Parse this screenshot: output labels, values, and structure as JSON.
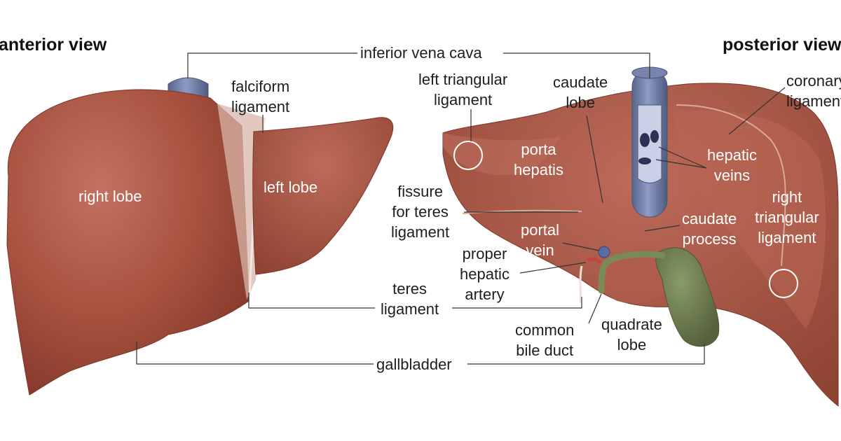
{
  "views": {
    "anterior": "anterior view",
    "posterior": "posterior view"
  },
  "labels": {
    "inferior_vena_cava": "inferior vena cava",
    "falciform_ligament": "falciform\nligament",
    "right_lobe": "right lobe",
    "left_lobe": "left lobe",
    "teres_ligament": "teres\nligament",
    "gallbladder": "gallbladder",
    "left_triangular_ligament": "left triangular\nligament",
    "caudate_lobe": "caudate\nlobe",
    "coronary_ligament": "coronary\nligament",
    "porta_hepatis": "porta\nhepatis",
    "hepatic_veins": "hepatic\nveins",
    "fissure_for_teres_ligament": "fissure\nfor teres\nligament",
    "right_triangular_ligament": "right\ntriangular\nligament",
    "caudate_process": "caudate\nprocess",
    "portal_vein": "portal\nvein",
    "proper_hepatic_artery": "proper\nhepatic\nartery",
    "common_bile_duct": "common\nbile duct",
    "quadrate_lobe": "quadrate\nlobe"
  },
  "colors": {
    "liver": "#a8523f",
    "liver_dark": "#8c3f31",
    "vena_cava": "#6f7ea8",
    "gallbladder": "#6b7a4e",
    "ligament": "#e8d6cf",
    "leader_line": "#333333"
  }
}
